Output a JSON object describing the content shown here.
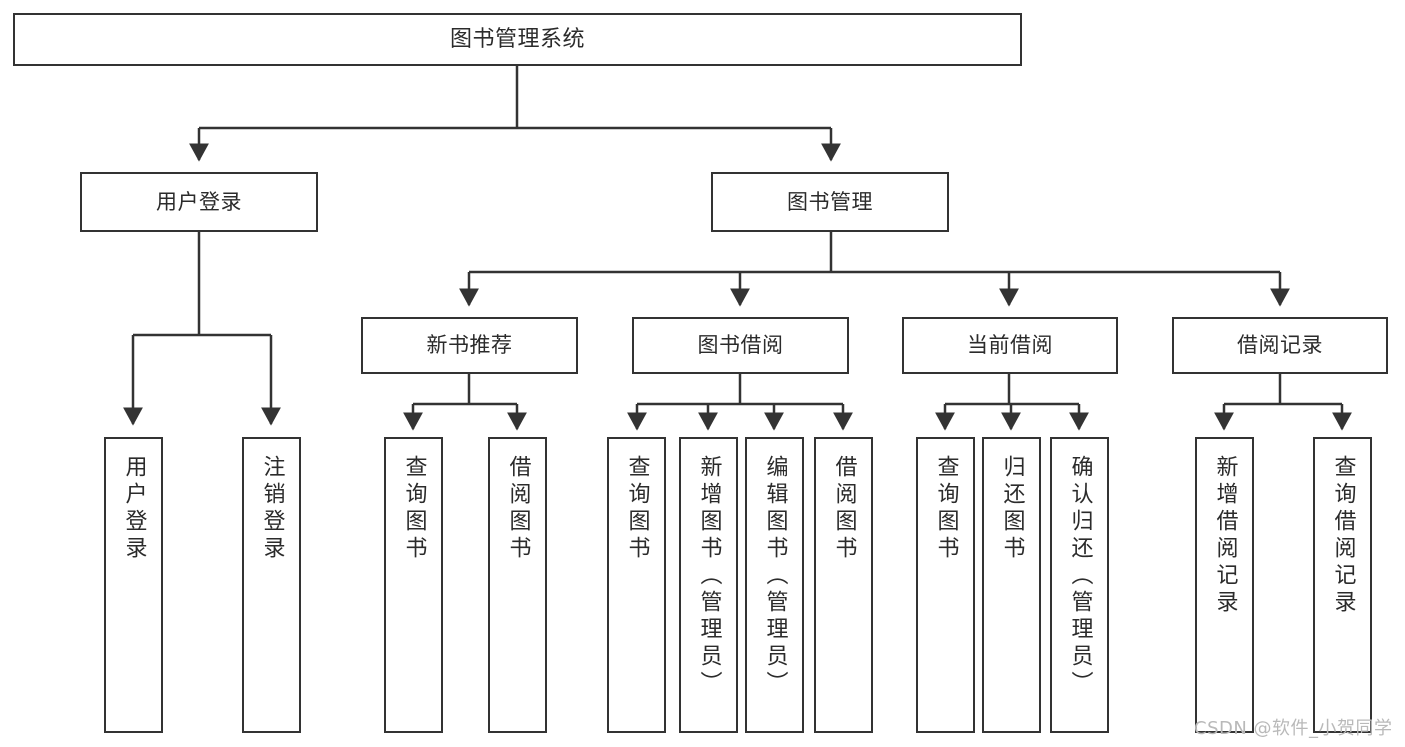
{
  "diagram": {
    "title": "图书管理系统",
    "watermark": "CSDN @软件_小贺同学",
    "accent_color": "#333333",
    "text_color": "#2b2b2b",
    "background_color": "#ffffff",
    "nodes": {
      "root": {
        "label": "图书管理系统"
      },
      "level2": [
        {
          "id": "user-login",
          "label": "用户登录"
        },
        {
          "id": "book-management",
          "label": "图书管理"
        }
      ],
      "level3": [
        {
          "id": "new-book-recommend",
          "label": "新书推荐"
        },
        {
          "id": "book-borrow",
          "label": "图书借阅"
        },
        {
          "id": "current-borrow",
          "label": "当前借阅"
        },
        {
          "id": "borrow-record",
          "label": "借阅记录"
        }
      ],
      "leaves": {
        "user_login": [
          {
            "id": "leaf-user-login",
            "label": "用户登录"
          },
          {
            "id": "leaf-logout-login",
            "label": "注销登录"
          }
        ],
        "new_book_recommend": [
          {
            "id": "leaf-query-book-1",
            "label": "查询图书"
          },
          {
            "id": "leaf-borrow-book-1",
            "label": "借阅图书"
          }
        ],
        "book_borrow": [
          {
            "id": "leaf-query-book-2",
            "label": "查询图书"
          },
          {
            "id": "leaf-add-book-admin",
            "label": "新增图书（管理员）"
          },
          {
            "id": "leaf-edit-book-admin",
            "label": "编辑图书（管理员）"
          },
          {
            "id": "leaf-borrow-book-2",
            "label": "借阅图书"
          }
        ],
        "current_borrow": [
          {
            "id": "leaf-query-book-3",
            "label": "查询图书"
          },
          {
            "id": "leaf-return-book",
            "label": "归还图书"
          },
          {
            "id": "leaf-confirm-return-admin",
            "label": "确认归还（管理员）"
          }
        ],
        "borrow_record": [
          {
            "id": "leaf-add-borrow-record",
            "label": "新增借阅记录"
          },
          {
            "id": "leaf-query-borrow-record",
            "label": "查询借阅记录"
          }
        ]
      }
    }
  }
}
